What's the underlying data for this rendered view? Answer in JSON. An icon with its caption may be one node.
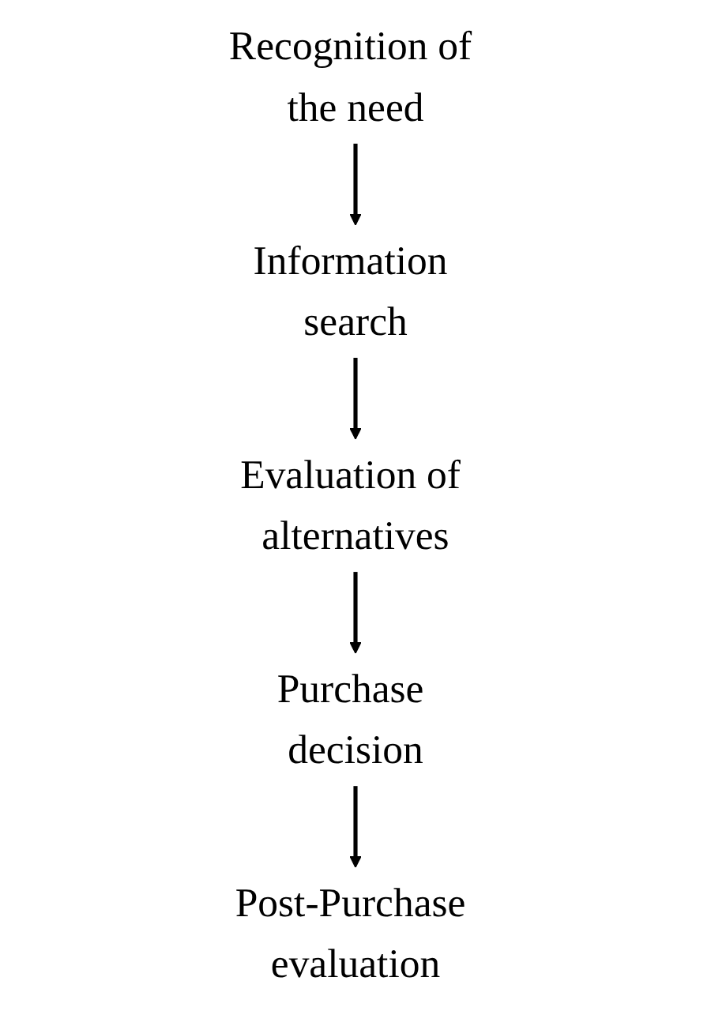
{
  "diagram": {
    "nodes": [
      {
        "text": [
          "Recognition of the need"
        ]
      },
      {
        "text": [
          "Information search"
        ]
      },
      {
        "text": [
          "Evaluation of alternatives"
        ]
      },
      {
        "text": [
          "Purchase decision"
        ]
      },
      {
        "text": [
          "Post-Purchase evaluation"
        ]
      }
    ],
    "edges": [
      {
        "from": 0,
        "to": 1,
        "arrow": "to"
      },
      {
        "from": 1,
        "to": 2,
        "arrow": "to"
      },
      {
        "from": 2,
        "to": 3,
        "arrow": "to"
      },
      {
        "from": 3,
        "to": 4,
        "arrow": "to"
      }
    ]
  }
}
